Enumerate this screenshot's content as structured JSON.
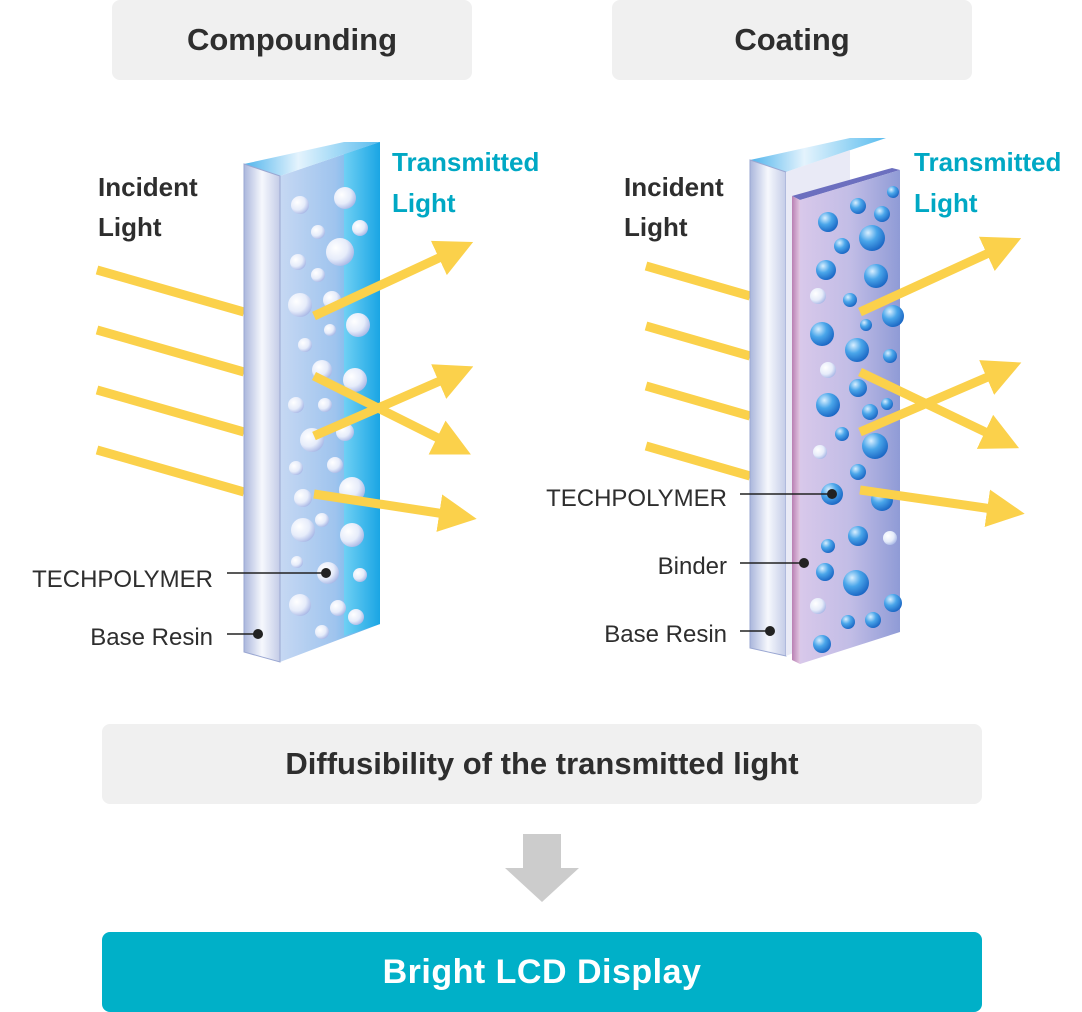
{
  "headers": {
    "left": "Compounding",
    "right": "Coating"
  },
  "left_panel": {
    "incident_line1": "Incident",
    "incident_line2": "Light",
    "transmitted_line1": "Transmitted",
    "transmitted_line2": "Light",
    "techpolymer": "TECHPOLYMER",
    "base_resin": "Base Resin"
  },
  "right_panel": {
    "incident_line1": "Incident",
    "incident_line2": "Light",
    "transmitted_line1": "Transmitted",
    "transmitted_line2": "Light",
    "techpolymer": "TECHPOLYMER",
    "binder": "Binder",
    "base_resin": "Base Resin"
  },
  "middle_box": "Diffusibility of the transmitted light",
  "result_box": "Bright LCD Display",
  "colors": {
    "header_bg": "#f0f0f0",
    "result_bg": "#00b0c8",
    "light_ray": "#fbd14b",
    "transmitted_label": "#00a8c4",
    "arrow_gray": "#cccccc"
  }
}
